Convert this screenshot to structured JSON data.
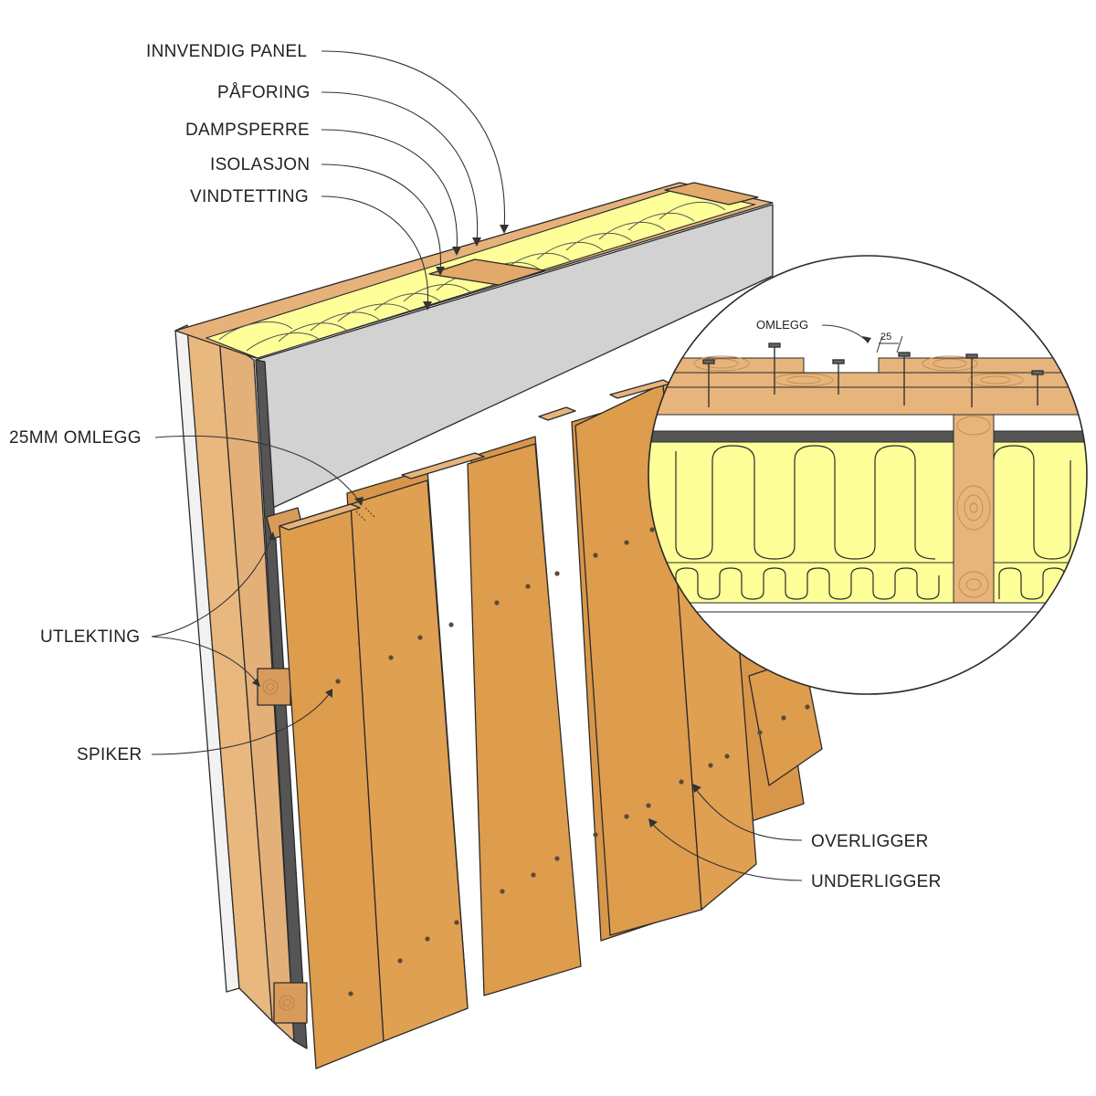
{
  "labels": {
    "innvendig_panel": "INNVENDIG PANEL",
    "paforing": "PÅFORING",
    "dampsperre": "DAMPSPERRE",
    "isolasjon": "ISOLASJON",
    "vindtetting": "VINDTETTING",
    "omlegg_25mm": "25MM OMLEGG",
    "utlekting": "UTLEKTING",
    "spiker": "SPIKER",
    "overligger": "OVERLIGGER",
    "underligger": "UNDERLIGGER"
  },
  "detail": {
    "omlegg": "OMLEGG",
    "dimension": "25"
  },
  "colors": {
    "board": "#de9c4d",
    "board_dark": "#c8843a",
    "board_light": "#e7b47c",
    "insulation": "#ffff99",
    "membrane": "#d2d2d2",
    "wind_barrier": "#555555",
    "outline": "#2a2a2a"
  }
}
